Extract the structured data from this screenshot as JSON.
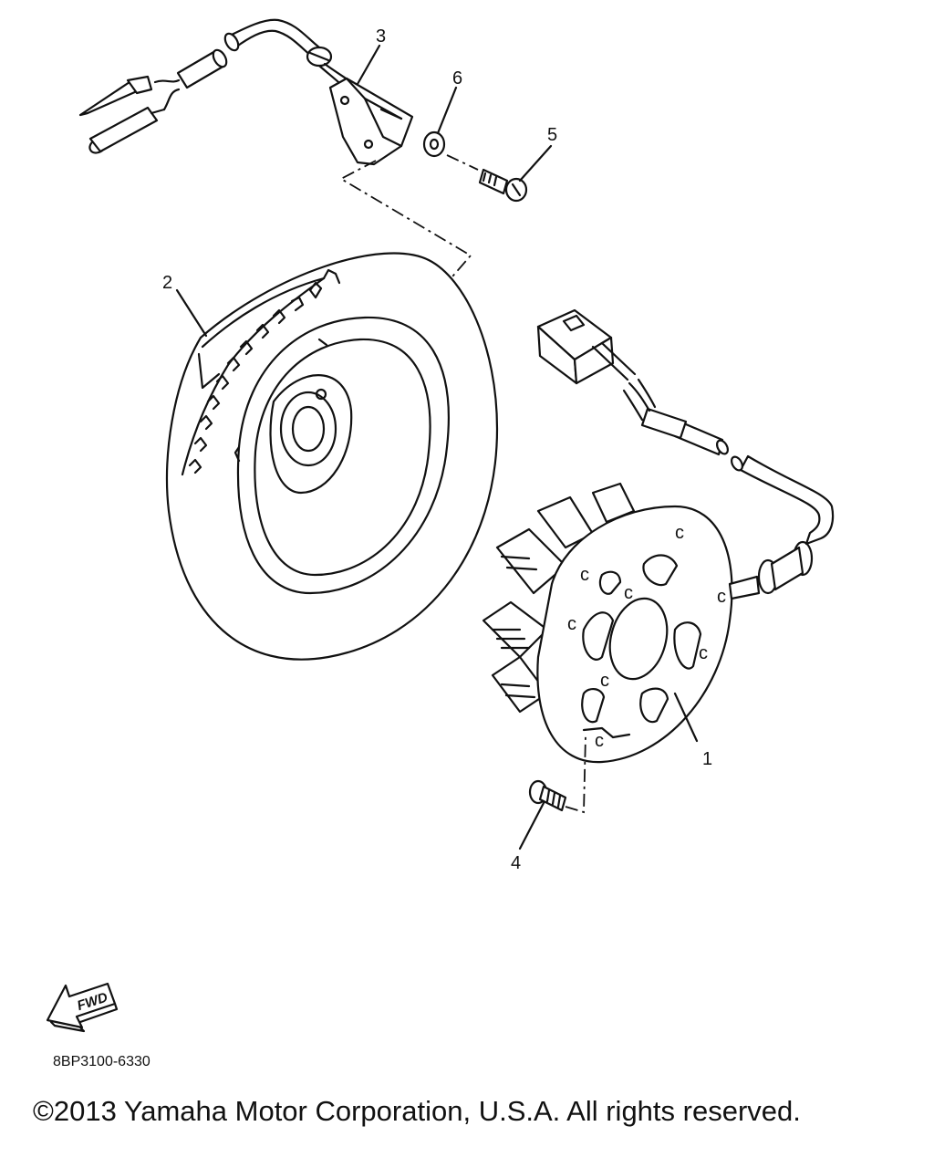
{
  "callouts": [
    {
      "id": "1",
      "label": "1"
    },
    {
      "id": "2",
      "label": "2"
    },
    {
      "id": "3",
      "label": "3"
    },
    {
      "id": "4",
      "label": "4"
    },
    {
      "id": "5",
      "label": "5"
    },
    {
      "id": "6",
      "label": "6"
    }
  ],
  "fwd_label": "FWD",
  "part_code": "8BP3100-6330",
  "copyright": "©2013 Yamaha Motor Corporation, U.S.A. All rights reserved."
}
